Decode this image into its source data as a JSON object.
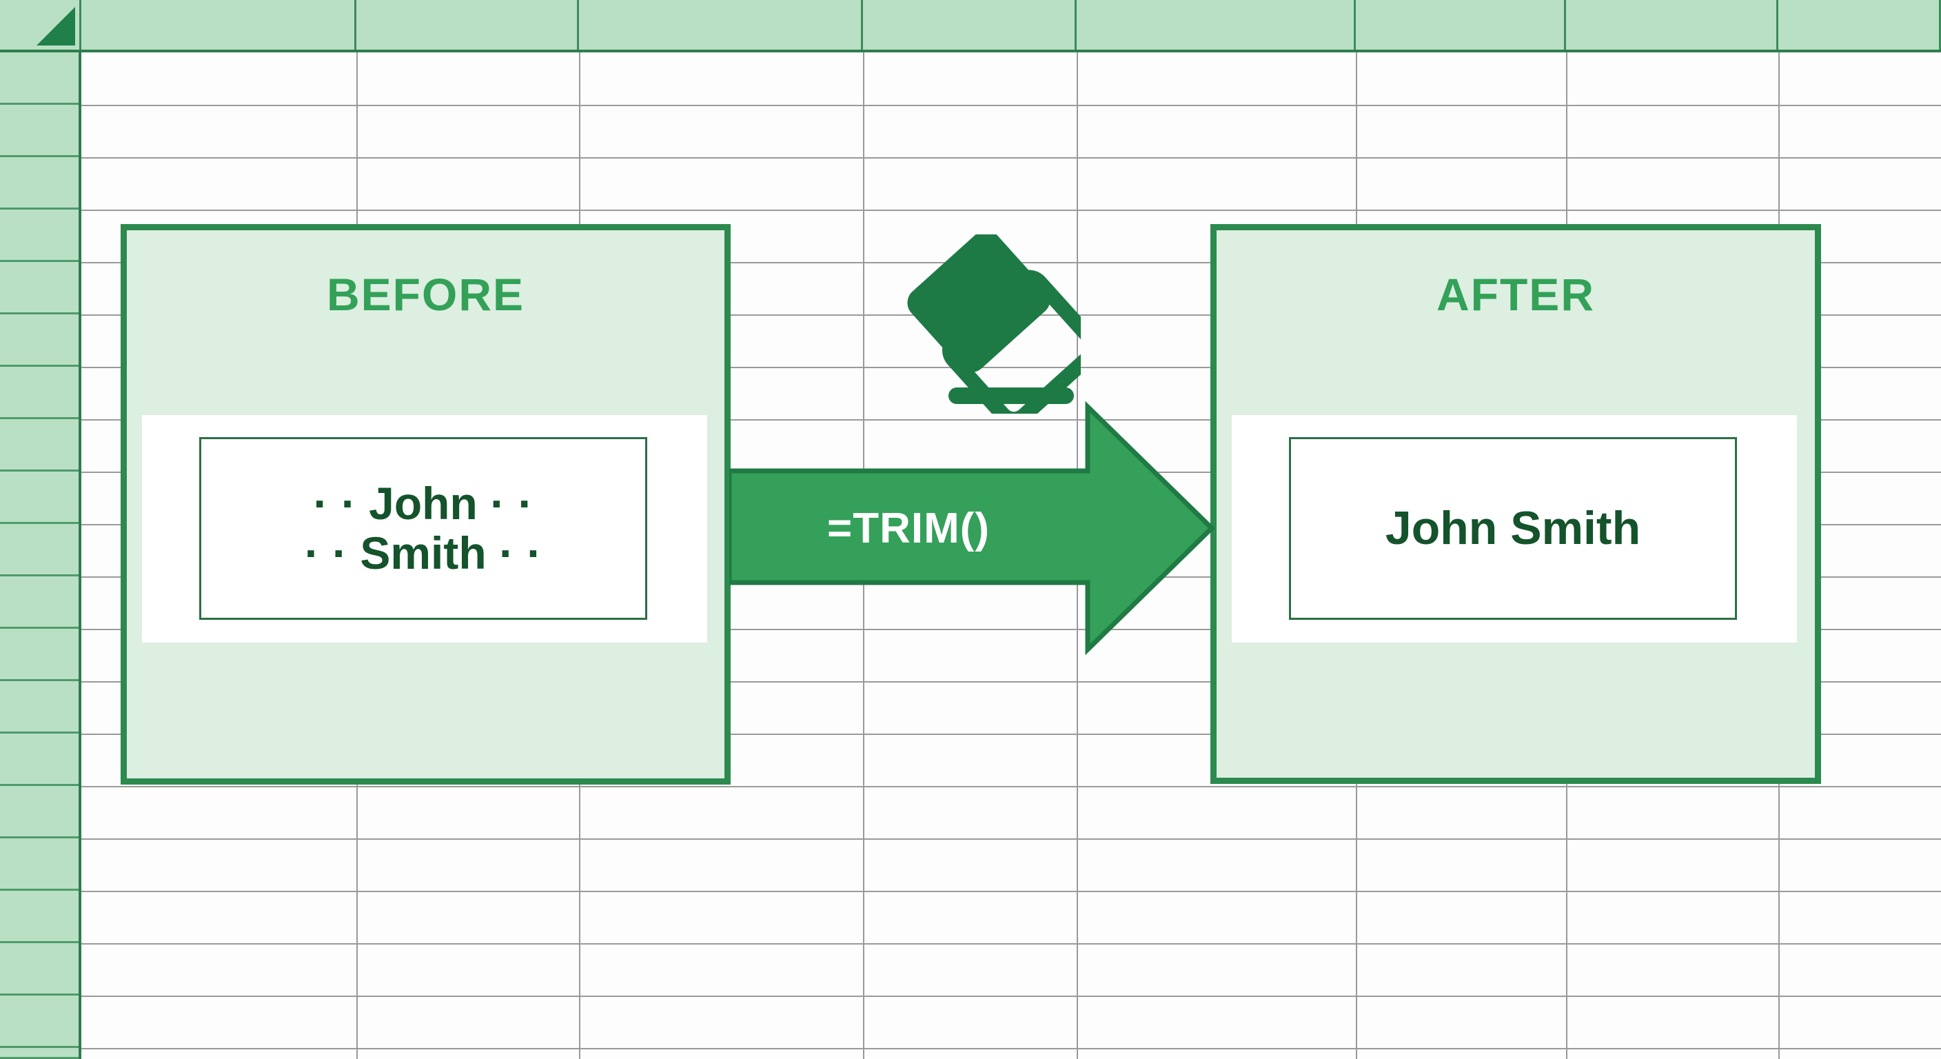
{
  "app": {
    "type": "spreadsheet-illustration",
    "select_all_icon": "select-all-triangle"
  },
  "grid": {
    "column_header_fill": "#b9e0c4",
    "row_header_fill": "#b9e0c4",
    "gridline_color": "#9a9a9a",
    "header_border_color": "#2f7d4f",
    "column_dividers_x": [
      118,
      517,
      840,
      1252,
      1562,
      1967,
      2272,
      2580
    ],
    "row_dividers_y": [
      76,
      152,
      228,
      304,
      380,
      456,
      532,
      608,
      684,
      760,
      836,
      912,
      988,
      1064,
      1140,
      1216,
      1292,
      1368,
      1444,
      1520
    ],
    "column_header_labels": [
      "",
      "",
      "",
      "",
      "",
      "",
      "",
      "",
      ""
    ],
    "row_header_labels": [
      "",
      "",
      "",
      "",
      "",
      "",
      "",
      "",
      "",
      "",
      "",
      "",
      "",
      "",
      "",
      "",
      "",
      "",
      "",
      ""
    ]
  },
  "before_card": {
    "title": "BEFORE",
    "title_color": "#33a158",
    "card_fill": "#dcefe1",
    "card_border": "#2c8a4f",
    "cell_value_lines": [
      "· · John · ·",
      "· · Smith · ·"
    ],
    "cell_text_color": "#14532b",
    "cell_fill": "#ffffff",
    "cell_border": "#2b6f45"
  },
  "after_card": {
    "title": "AFTER",
    "title_color": "#33a158",
    "card_fill": "#dcefe1",
    "card_border": "#2c8a4f",
    "cell_value_lines": [
      "John Smith"
    ],
    "cell_text_color": "#14532b",
    "cell_fill": "#ffffff",
    "cell_border": "#2b6f45"
  },
  "transform": {
    "arrow_label": "=TRIM()",
    "arrow_fill": "#34a05a",
    "arrow_stroke": "#1f7a43",
    "arrow_label_color": "#ffffff",
    "arrow_direction": "right",
    "icon": "eraser-icon",
    "icon_color": "#1e7a45"
  }
}
